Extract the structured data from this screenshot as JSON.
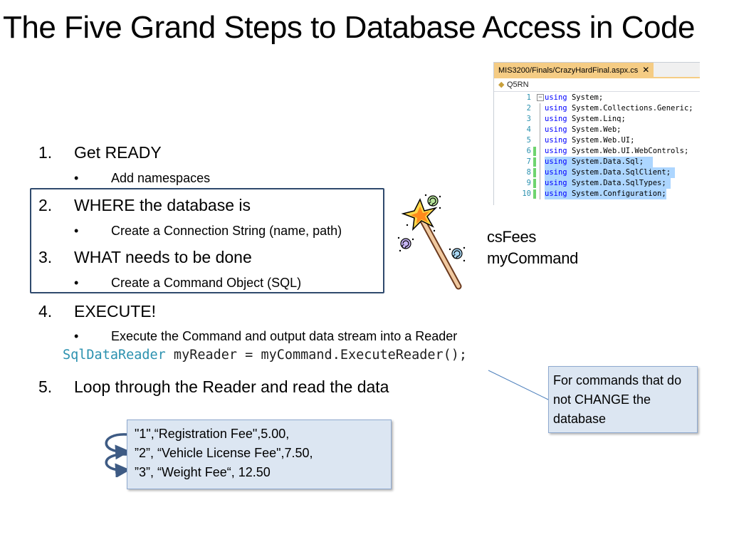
{
  "title": "The Five Grand Steps to Database Access in Code",
  "steps": [
    {
      "num": "1.",
      "text": "Get READY",
      "sub": "Add namespaces"
    },
    {
      "num": "2.",
      "text": "WHERE the database is",
      "sub": "Create a Connection String (name, path)"
    },
    {
      "num": "3.",
      "text": "WHAT needs to be done",
      "sub": "Create a Command Object (SQL)"
    },
    {
      "num": "4.",
      "text": "EXECUTE!",
      "sub": "Execute the Command and output data stream into a Reader"
    },
    {
      "num": "5.",
      "text": "Loop through the Reader and read the data"
    }
  ],
  "bullet": "•",
  "code": {
    "type": "SqlDataReader",
    "rest": " myReader = myCommand.ExecuteReader();"
  },
  "wand_labels": [
    "csFees",
    "myCommand"
  ],
  "callout": "For commands that do not CHANGE the database",
  "data_rows": [
    "\"1\",“Registration Fee\",5.00,",
    "”2”, “Vehicle License Fee\",7.50,",
    "”3”, “Weight Fee“, 12.50"
  ],
  "code_window": {
    "tab_label": "MIS3200/Finals/CrazyHardFinal.aspx.cs",
    "tab_close": "✕",
    "nav_label": "Q5RN",
    "keyword": "using",
    "lines": [
      {
        "num": "1",
        "text": "System;"
      },
      {
        "num": "2",
        "text": "System.Collections.Generic;"
      },
      {
        "num": "3",
        "text": "System.Linq;"
      },
      {
        "num": "4",
        "text": "System.Web;"
      },
      {
        "num": "5",
        "text": "System.Web.UI;"
      },
      {
        "num": "6",
        "text": "System.Web.UI.WebControls;"
      },
      {
        "num": "7",
        "text": "System.Data.Sql;"
      },
      {
        "num": "8",
        "text": "System.Data.SqlClient;"
      },
      {
        "num": "9",
        "text": "System.Data.SqlTypes;"
      },
      {
        "num": "10",
        "text": "System.Configuration;"
      }
    ]
  },
  "colors": {
    "highlight_box": "#2f4a6d",
    "callout_fill": "#dce6f2",
    "code_type": "#2b91af",
    "selection": "#add6ff"
  }
}
